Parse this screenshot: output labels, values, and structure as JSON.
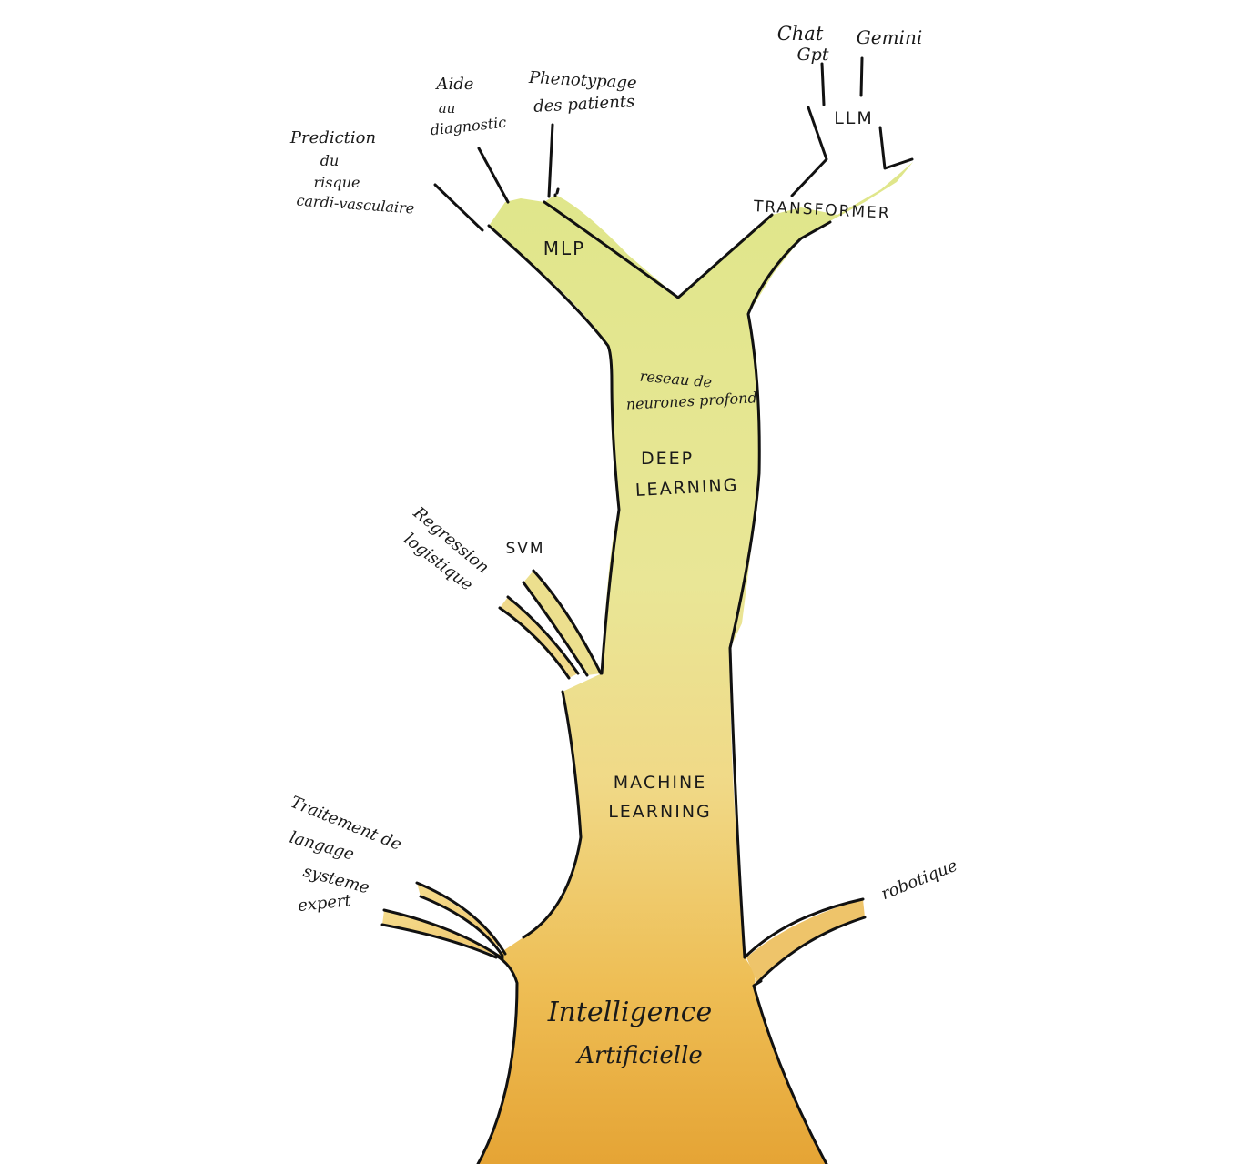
{
  "colors": {
    "trunk_bottom": "#e8a93a",
    "trunk_mid": "#f1d27a",
    "trunk_top": "#e2e88c",
    "outline": "#111111",
    "text": "#1a1a1a"
  },
  "trunk": {
    "root_label_line1": "Intelligence",
    "root_label_line2": "Artificielle",
    "ml_label_line1": "MACHINE",
    "ml_label_line2": "LEARNING",
    "dl_label_line1": "DEEP",
    "dl_label_line2": "LEARNING",
    "dnn_label_line1": "reseau de",
    "dnn_label_line2": "neurones profond"
  },
  "branches": {
    "mlp": "MLP",
    "transformer": "TRANSFORMER",
    "llm": "LLM",
    "svm": "SVM",
    "regression_line1": "Regression",
    "regression_line2": "logistique",
    "traitement_line1": "Traitement de",
    "traitement_line2": "langage",
    "systeme_line1": "systeme",
    "systeme_line2": "expert",
    "robotique": "robotique"
  },
  "leaves": {
    "prediction_line1": "Prediction",
    "prediction_line2": "du",
    "prediction_line3": "risque",
    "prediction_line4": "cardi-vasculaire",
    "aide_line1": "Aide",
    "aide_line2": "au",
    "aide_line3": "diagnostic",
    "phenotypage_line1": "Phenotypage",
    "phenotypage_line2": "des patients",
    "chatgpt_line1": "Chat",
    "chatgpt_line2": "Gpt",
    "gemini": "Gemini"
  }
}
